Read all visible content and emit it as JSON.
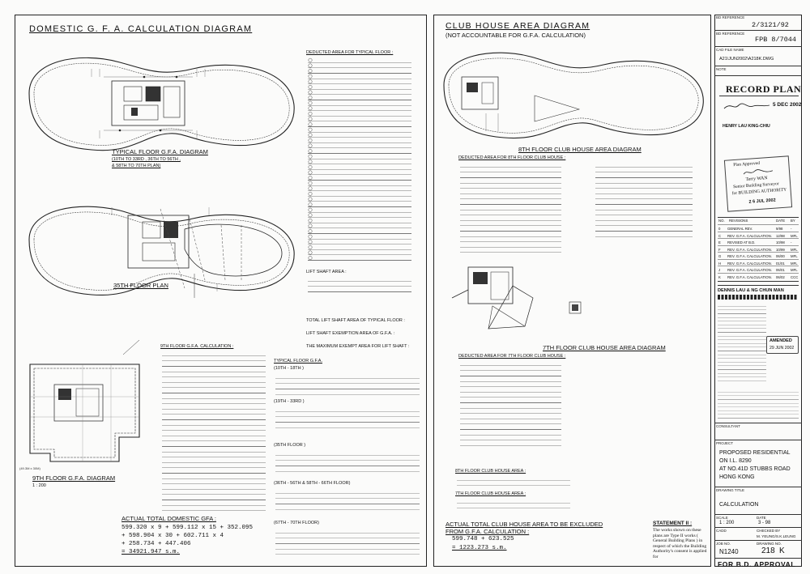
{
  "left_panel": {
    "title": "DOMESTIC G. F. A. CALCULATION DIAGRAM",
    "typical_floor_caption": "TYPICAL FLOOR G.F.A. DIAGRAM",
    "typical_floor_caption_2": "(10TH TO 33RD , 36TH TO 56TH ,",
    "typical_floor_caption_3": "& 58TH TO 70TH PLAN)",
    "floor35_caption": "35TH FLOOR PLAN",
    "floor9_caption": "9TH FLOOR G.F.A. DIAGRAM",
    "floor9_scale": "1 : 200",
    "deducted_title": "DEDUCTED AREA FOR TYPICAL FLOOR :",
    "lift_shaft_title": "LIFT SHAFT AREA :",
    "lift_total": "TOTAL LIFT SHAFT AREA OF TYPICAL FLOOR :",
    "lift_exempt": "LIFT SHAFT EXEMPTION AREA OF G.F.A. :",
    "max_exempt": "THE MAXIMUM EXEMPT AREA FOR LIFT SHAFT :",
    "gfa9_title": "9TH FLOOR G.F.A. CALCULATION :",
    "typical_gfa_title": "TYPICAL FLOOR G.F.A.",
    "range_10_18": "(10TH - 18TH )",
    "range_19_33": "(19TH - 33RD )",
    "range_35": "(35TH FLOOR )",
    "range_36_66": "(36TH - 56TH & 58TH - 66TH FLOOR)",
    "range_67_70": "(67TH - 70TH FLOOR)",
    "total_title": "ACTUAL TOTAL DOMESTIC GFA :",
    "total_line1": "599.320 x 9 + 599.112 x 15 + 352.095",
    "total_line2": "+ 598.904 x 30 + 602.711 x 4",
    "total_line3": "+ 258.734 + 447.406",
    "total_line4": "= 34921.947 s.m."
  },
  "right_panel": {
    "title": "CLUB HOUSE AREA DIAGRAM",
    "subtitle": "(NOT ACCOUNTABLE FOR G.F.A. CALCULATION)",
    "club8_caption": "8TH FLOOR CLUB HOUSE AREA DIAGRAM",
    "deducted8_title": "DEDUCTED AREA FOR 8TH FLOOR CLUB HOUSE :",
    "club7_caption": "7TH FLOOR CLUB HOUSE AREA DIAGRAM",
    "deducted7_title": "DEDUCTED AREA FOR 7TH FLOOR CLUB HOUSE :",
    "club8_area_title": "8TH FLOOR CLUB HOUSE AREA :",
    "club7_area_title": "7TH FLOOR CLUB HOUSE AREA :",
    "excluded_title": "ACTUAL TOTAL CLUB HOUSE AREA TO BE EXCLUDED",
    "excluded_title_2": "FROM G.F.A. CALCULATION :",
    "excluded_line1": "599.748 + 623.525",
    "excluded_line2": "= 1223.273 s.m.",
    "statement_title": "STATEMENT II :",
    "statement_body": "The works shown on these plans are Type II works ( General Building Plans ) in respect of which the Building Authority's consent is applied for"
  },
  "title_block": {
    "ref_label": "BD REFERENCE",
    "ref_value": "2/3121/92",
    "bd_ref_label": "BD REFERENCE",
    "fpb": "FPB 8/7044",
    "file_label": "CAD FILE NAME",
    "file_value": "A21\\JUN2002\\A218K.DWG",
    "note_label": "NOTE",
    "record_plan": "RECORD PLAN",
    "record_date": "5 DEC 2002",
    "record_name": "HENRY LAU KING-CHIU",
    "approved_label": "Plan Approved",
    "approved_name": "Terry WAN",
    "approved_role_1": "Senior Building Surveyor",
    "approved_role_2": "for BUILDING AUTHORITY",
    "approved_date": "2 6 JUL 2002",
    "rev_headers": [
      "NO.",
      "REVISIONS",
      "DATE",
      "BY"
    ],
    "revisions": [
      {
        "no": "0",
        "desc": "GENERAL REV.",
        "date": "9/98",
        "by": "-"
      },
      {
        "no": "C",
        "desc": "REV. G.F.A. CALCULATION.",
        "date": "12/98",
        "by": "MFL"
      },
      {
        "no": "E",
        "desc": "REVISED AT B.D.",
        "date": "10/98",
        "by": "-"
      },
      {
        "no": "F",
        "desc": "REV. G.F.A. CALCULATION.",
        "date": "10/99",
        "by": "MFL"
      },
      {
        "no": "G",
        "desc": "REV. G.F.A. CALCULATION.",
        "date": "06/00",
        "by": "MFL"
      },
      {
        "no": "H",
        "desc": "REV. G.F.A. CALCULATION.",
        "date": "01/01",
        "by": "MFL"
      },
      {
        "no": "J",
        "desc": "REV. G.F.A. CALCULATION.",
        "date": "06/01",
        "by": "MFL"
      },
      {
        "no": "K",
        "desc": "REV. G.F.A. CALCULATION.",
        "date": "06/02",
        "by": "CCC"
      }
    ],
    "firm": "DENNIS LAU & NG CHUN MAN",
    "amended_label": "AMENDED",
    "amended_date": "29 JUN 2002",
    "consultant_label": "CONSULTANT",
    "project_label": "PROJECT",
    "project_1": "PROPOSED RESIDENTIAL",
    "project_2": "ON I.L. 8290",
    "project_3": "AT NO.41D STUBBS ROAD",
    "project_4": "HONG KONG",
    "drawing_title_label": "DRAWING TITLE",
    "drawing_title": "CALCULATION",
    "scale_label": "SCALE",
    "scale_value": "1 : 200",
    "date_label": "DATE",
    "date_value": "3 - 98",
    "cadd_label": "CADD",
    "checked_label": "CHECKED BY",
    "checked_value": "M. YEUNG/S.K.LEUNG",
    "job_label": "JOB NO.",
    "drawing_no_label": "DRAWING NO.",
    "job_value": "N1240",
    "drawing_no": "218",
    "drawing_rev": "K",
    "footer": "FOR B.D. APPROVAL"
  }
}
